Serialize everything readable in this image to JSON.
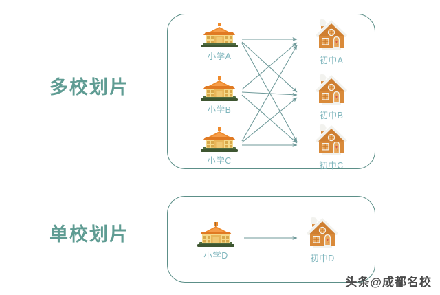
{
  "page": {
    "background_color": "#ffffff",
    "watermark": "头条@成都名校"
  },
  "theme": {
    "heading_color": "#5f9c93",
    "panel_border_color": "#5c8f88",
    "node_label_color": "#7fb6bd",
    "connector_color": "#6f9a9a",
    "school_roof_color": "#ef8a2b",
    "school_wall_color": "#f5d98a",
    "school_base_color": "#4f6b3f",
    "house_body_color": "#d98a3a",
    "house_icing_color": "#f2f2ee"
  },
  "sections": [
    {
      "id": "multi",
      "title": "多校划片",
      "panel": {
        "sources": [
          {
            "id": "p-a",
            "label": "小学A",
            "icon": "primary-school-icon"
          },
          {
            "id": "p-b",
            "label": "小学B",
            "icon": "primary-school-icon"
          },
          {
            "id": "p-c",
            "label": "小学C",
            "icon": "primary-school-icon"
          }
        ],
        "targets": [
          {
            "id": "j-a",
            "label": "初中A",
            "icon": "junior-high-house-icon"
          },
          {
            "id": "j-b",
            "label": "初中B",
            "icon": "junior-high-house-icon"
          },
          {
            "id": "j-c",
            "label": "初中C",
            "icon": "junior-high-house-icon"
          }
        ],
        "connections": [
          {
            "from": "小学A",
            "to": "初中A"
          },
          {
            "from": "小学A",
            "to": "初中B"
          },
          {
            "from": "小学A",
            "to": "初中C"
          },
          {
            "from": "小学B",
            "to": "初中A"
          },
          {
            "from": "小学B",
            "to": "初中B"
          },
          {
            "from": "小学B",
            "to": "初中C"
          },
          {
            "from": "小学C",
            "to": "初中A"
          },
          {
            "from": "小学C",
            "to": "初中B"
          },
          {
            "from": "小学C",
            "to": "初中C"
          }
        ]
      }
    },
    {
      "id": "single",
      "title": "单校划片",
      "panel": {
        "sources": [
          {
            "id": "p-d",
            "label": "小学D",
            "icon": "primary-school-icon"
          }
        ],
        "targets": [
          {
            "id": "j-d",
            "label": "初中D",
            "icon": "junior-high-house-icon"
          }
        ],
        "connections": [
          {
            "from": "小学D",
            "to": "初中D"
          }
        ]
      }
    }
  ]
}
